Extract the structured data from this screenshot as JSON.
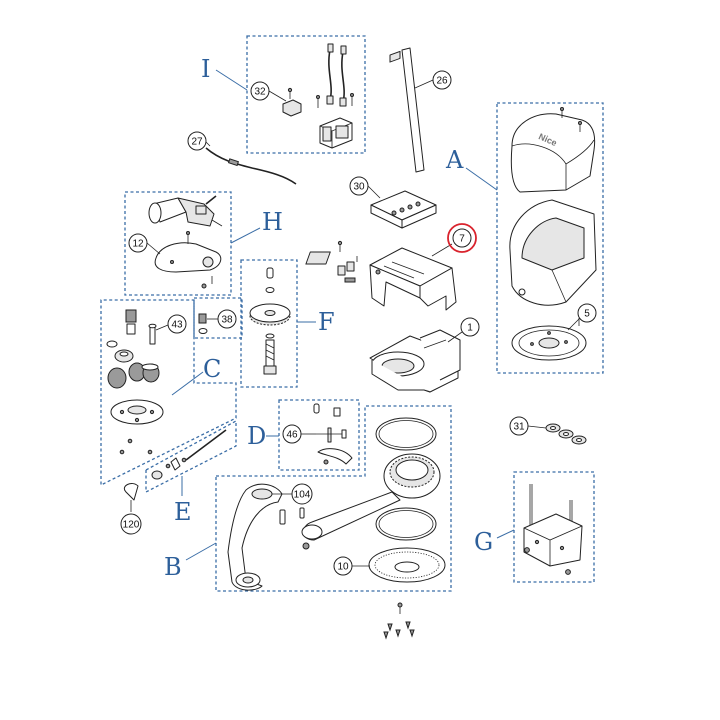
{
  "groups": [
    {
      "id": "I",
      "letter": "I"
    },
    {
      "id": "A",
      "letter": "A"
    },
    {
      "id": "H",
      "letter": "H"
    },
    {
      "id": "F",
      "letter": "F"
    },
    {
      "id": "C",
      "letter": "C"
    },
    {
      "id": "D",
      "letter": "D"
    },
    {
      "id": "E",
      "letter": "E"
    },
    {
      "id": "B",
      "letter": "B"
    },
    {
      "id": "G",
      "letter": "G"
    }
  ],
  "parts": [
    {
      "id": "p32",
      "number": "32",
      "highlighted": false
    },
    {
      "id": "p26",
      "number": "26",
      "highlighted": false
    },
    {
      "id": "p27",
      "number": "27",
      "highlighted": false
    },
    {
      "id": "p30",
      "number": "30",
      "highlighted": false
    },
    {
      "id": "p7",
      "number": "7",
      "highlighted": true
    },
    {
      "id": "p12",
      "number": "12",
      "highlighted": false
    },
    {
      "id": "p5",
      "number": "5",
      "highlighted": false
    },
    {
      "id": "p43",
      "number": "43",
      "highlighted": false
    },
    {
      "id": "p38",
      "number": "38",
      "highlighted": false
    },
    {
      "id": "p1",
      "number": "1",
      "highlighted": false
    },
    {
      "id": "p31",
      "number": "31",
      "highlighted": false
    },
    {
      "id": "p46",
      "number": "46",
      "highlighted": false
    },
    {
      "id": "p104",
      "number": "104",
      "highlighted": false
    },
    {
      "id": "p120",
      "number": "120",
      "highlighted": false
    },
    {
      "id": "p10",
      "number": "10",
      "highlighted": false
    }
  ],
  "cover_brand": "Nice",
  "colors": {
    "group_outline": "#3a6da6",
    "group_letter": "#2d5f9a",
    "highlight": "#d9232d",
    "line_art": "#222222"
  }
}
